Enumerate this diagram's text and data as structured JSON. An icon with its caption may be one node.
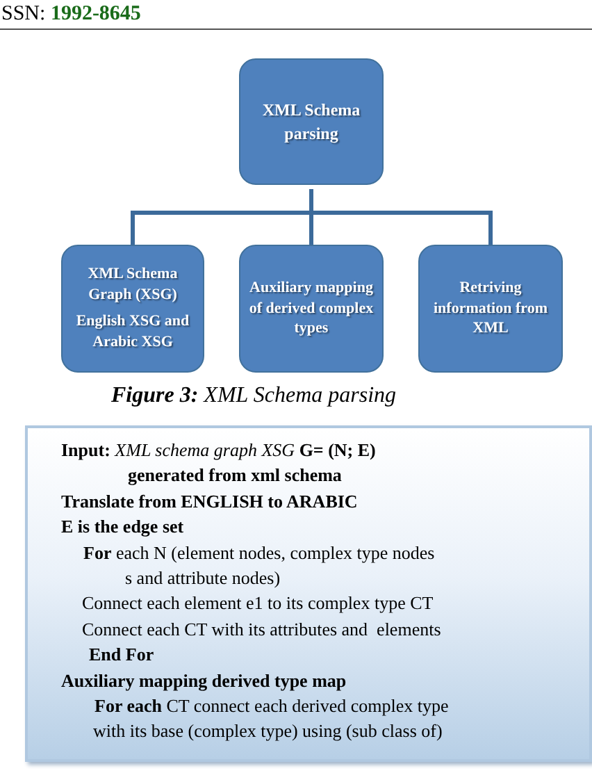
{
  "diagram": {
    "caption": "**Figure 3:** XML Schema parsing",
    "nodes": [
      {
        "text": [
          "XML Schema parsing"
        ]
      },
      {
        "text": [
          "XML Schema Graph (XSG)",
          "English XSG and Arabic XSG"
        ]
      },
      {
        "text": [
          "Auxiliary mapping of derived complex types"
        ]
      },
      {
        "text": [
          "Retriving information from XML"
        ]
      },
      {
        "text": [
          "**Input:** *XML schema graph XSG* **G= (N; E)**",
          "generated from xml schema",
          "Translate from ENGLISH to ARABIC",
          "E is the edge set",
          "**For** each N (element nodes, complex type nodes",
          "s and attribute nodes)",
          "Connect each element e1 to its complex type CT",
          "Connect each CT with its attributes and  elements",
          "End For",
          "Auxiliary mapping derived type map",
          "**For each** CT connect each derived complex type",
          "with its base (complex type) using (sub class of)"
        ]
      }
    ],
    "edges": [
      {
        "from": 0,
        "to": 1,
        "arrow": "none"
      },
      {
        "from": 0,
        "to": 2,
        "arrow": "none"
      },
      {
        "from": 0,
        "to": 3,
        "arrow": "none"
      }
    ],
    "labels": [
      "SSN: **1992-8645**"
    ]
  }
}
